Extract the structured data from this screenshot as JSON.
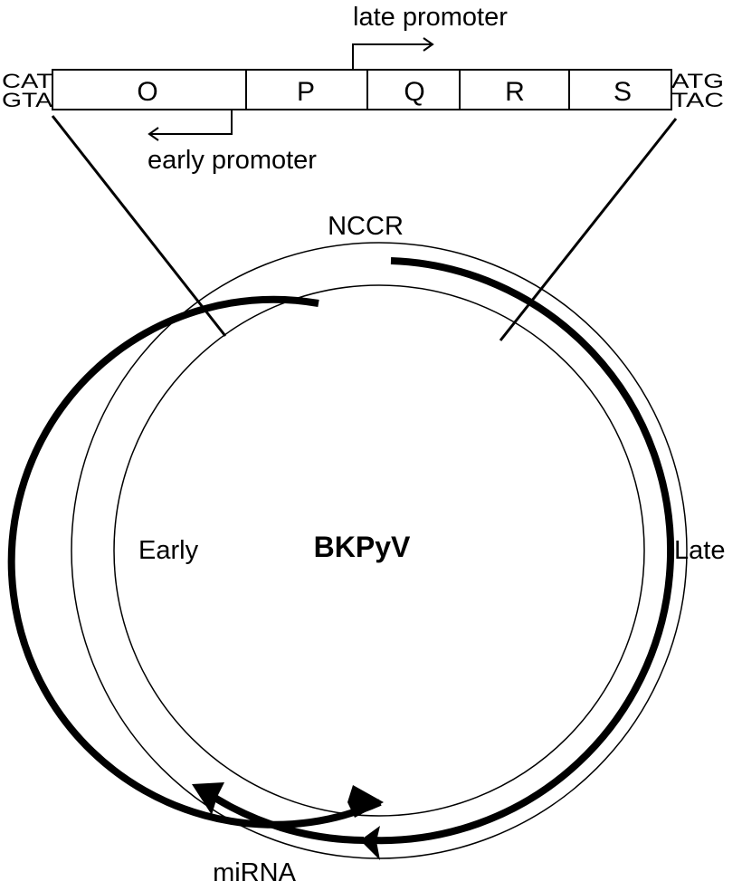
{
  "virus_name": "BKPyV",
  "regions": {
    "ncc": "NCCR",
    "early": "Early",
    "late": "Late",
    "mirna": "miRNA"
  },
  "ncc_segments": [
    "O",
    "P",
    "Q",
    "R",
    "S"
  ],
  "promoters": {
    "late": "late promoter",
    "early": "early promoter"
  },
  "flanks": {
    "left_top": "CAT",
    "left_bottom": "GTA",
    "right_top": "ATG",
    "right_bottom": "TAC"
  }
}
